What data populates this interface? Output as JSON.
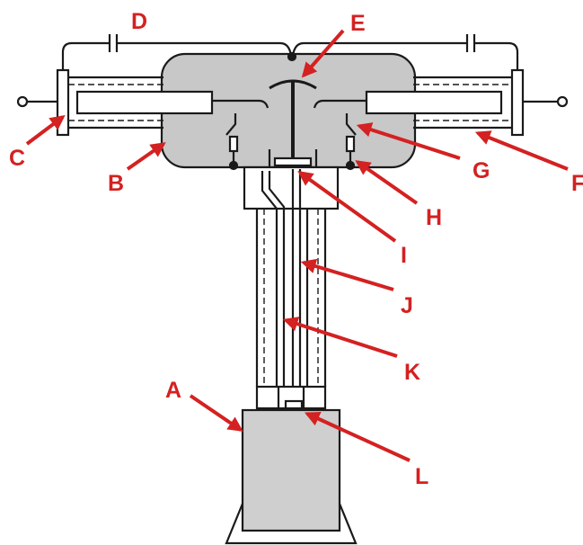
{
  "diagram": {
    "colors": {
      "label": "#d42121",
      "line": "#1a1a1a",
      "body_fill": "#c8c8c8",
      "base_fill": "#cfcfcf"
    },
    "labels": {
      "A": "A",
      "B": "B",
      "C": "C",
      "D": "D",
      "E": "E",
      "F": "F",
      "G": "G",
      "H": "H",
      "I": "I",
      "J": "J",
      "K": "K",
      "L": "L"
    }
  }
}
